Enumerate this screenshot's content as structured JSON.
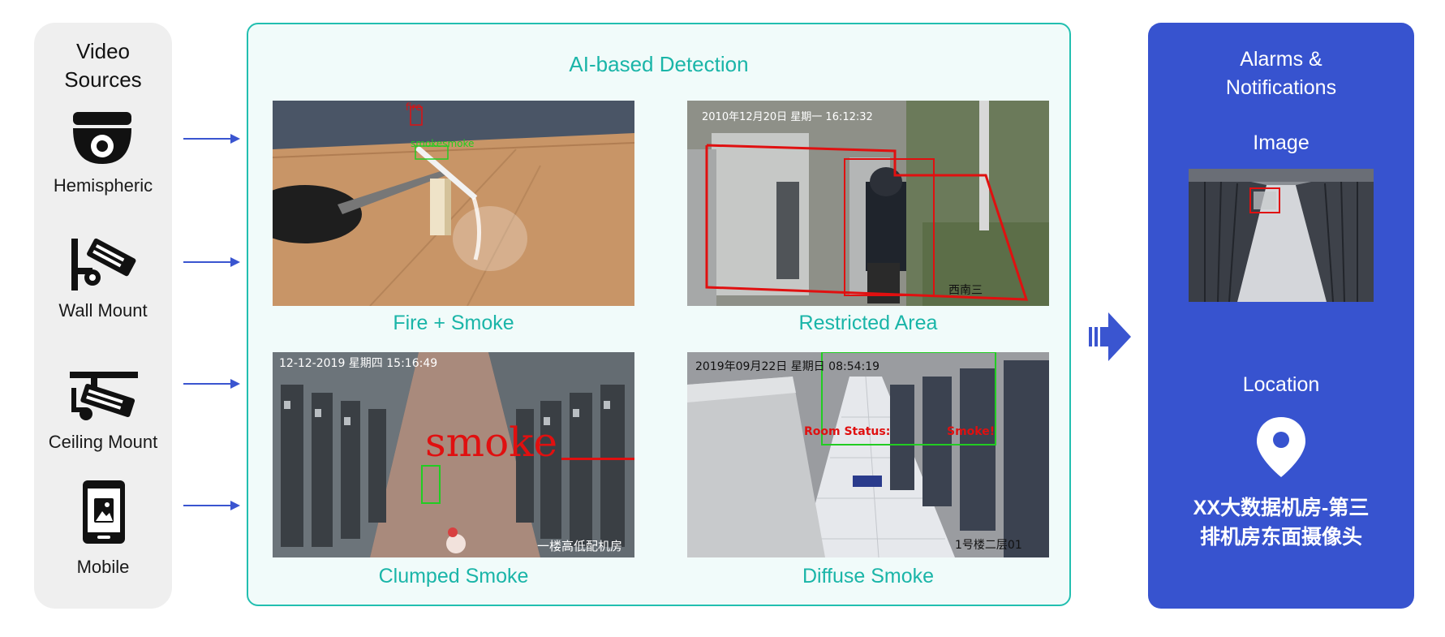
{
  "video_sources": {
    "title_line1": "Video",
    "title_line2": "Sources",
    "items": [
      {
        "label": "Hemispheric",
        "icon": "dome-camera-icon"
      },
      {
        "label": "Wall Mount",
        "icon": "wall-mount-camera-icon"
      },
      {
        "label": "Ceiling Mount",
        "icon": "ceiling-mount-camera-icon"
      },
      {
        "label": "Mobile",
        "icon": "mobile-phone-icon"
      }
    ]
  },
  "detection": {
    "title": "AI-based Detection",
    "scenes": [
      {
        "label": "Fire + Smoke",
        "overlay_texts": [
          "fire",
          "smokesmoke"
        ]
      },
      {
        "label": "Restricted Area",
        "overlay_texts": [
          "2010年12月20日  星期一  16:12:32",
          "西南三"
        ]
      },
      {
        "label": "Clumped Smoke",
        "overlay_texts": [
          "12-12-2019  星期四  15:16:49",
          "smoke",
          "一楼高低配机房"
        ]
      },
      {
        "label": "Diffuse Smoke",
        "overlay_texts": [
          "2019年09月22日  星期日  08:54:19",
          "Room Status:",
          "Smoke!",
          "1号楼二层01"
        ]
      }
    ]
  },
  "alarms": {
    "title_line1": "Alarms &",
    "title_line2": "Notifications",
    "image_label": "Image",
    "location_label": "Location",
    "location_line1": "XX大数据机房-第三",
    "location_line2": "排机房东面摄像头"
  },
  "colors": {
    "teal": "#1ab5a8",
    "blue_panel": "#3753cf",
    "arrow_blue": "#3a55d0",
    "detect_red": "#e01010",
    "detect_green": "#22cc22"
  }
}
